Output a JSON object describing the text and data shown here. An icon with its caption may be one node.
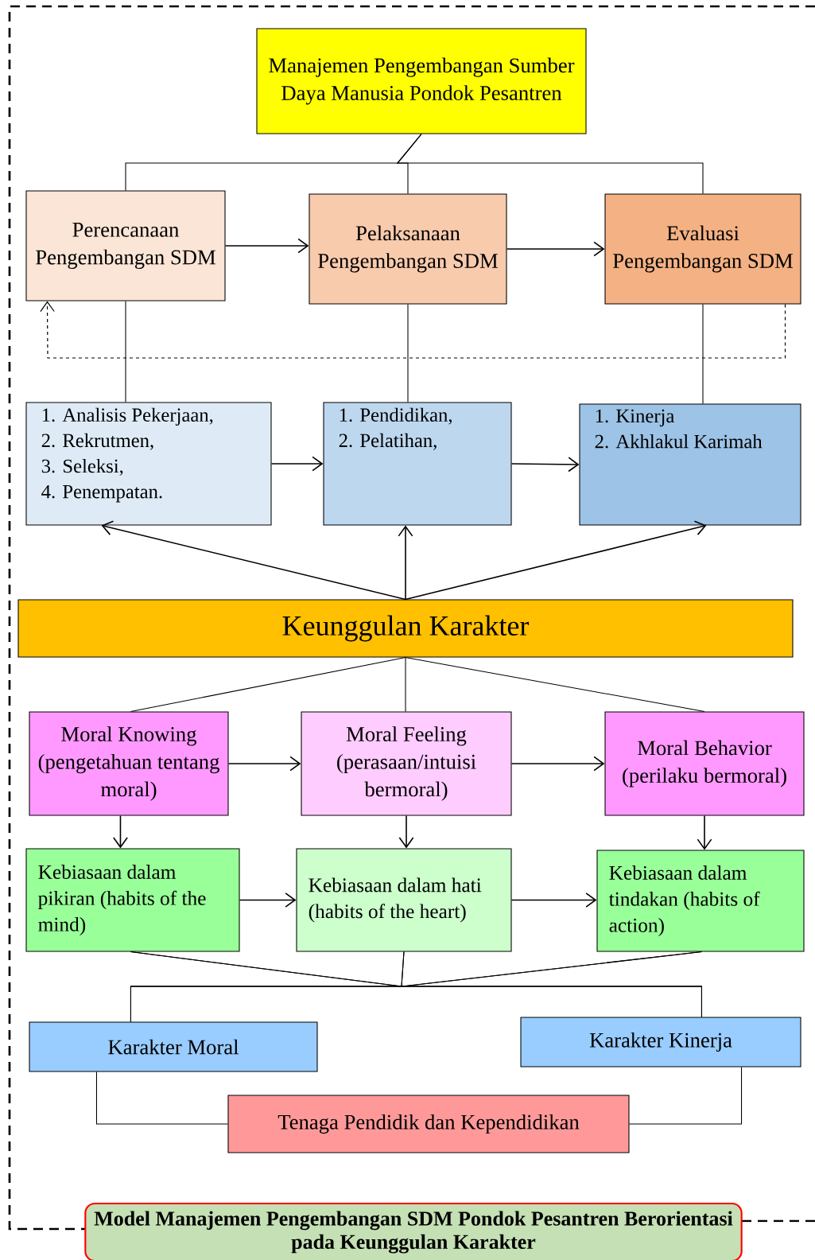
{
  "diagram": {
    "caption": "Model Manajemen Pengembangan SDM Pondok Pesantren Berorientasi pada Keunggulan Karakter",
    "nodes": [
      {
        "text": [
          "Manajemen Pengembangan Sumber Daya Manusia Pondok Pesantren"
        ]
      },
      {
        "text": [
          "Perencanaan Pengembangan SDM"
        ]
      },
      {
        "text": [
          "Pelaksanaan Pengembangan SDM"
        ]
      },
      {
        "text": [
          "Evaluasi Pengembangan SDM"
        ]
      },
      {
        "text": [
          "1. Analisis Pekerjaan,",
          "2. Rekrutmen,",
          "3. Seleksi,",
          "4. Penempatan."
        ]
      },
      {
        "text": [
          "1. Pendidikan,",
          "2. Pelatihan,"
        ]
      },
      {
        "text": [
          "1. Kinerja",
          "2. Akhlakul Karimah"
        ]
      },
      {
        "text": [
          "Keunggulan Karakter"
        ]
      },
      {
        "text": [
          "Moral Knowing (pengetahuan tentang moral)"
        ]
      },
      {
        "text": [
          "Moral Feeling (perasaan/intuisi bermoral)"
        ]
      },
      {
        "text": [
          "Moral Behavior (perilaku bermoral)"
        ]
      },
      {
        "text": [
          "Kebiasaan dalam pikiran (habits of the mind)"
        ]
      },
      {
        "text": [
          "Kebiasaan dalam hati (habits of the heart)"
        ]
      },
      {
        "text": [
          "Kebiasaan dalam tindakan (habits of action)"
        ]
      },
      {
        "text": [
          "Karakter Moral"
        ]
      },
      {
        "text": [
          "Karakter Kinerja"
        ]
      },
      {
        "text": [
          "Tenaga Pendidik dan Kependidikan"
        ]
      }
    ],
    "edges": [
      {
        "from": 0,
        "to": 1,
        "arrow": "none"
      },
      {
        "from": 0,
        "to": 2,
        "arrow": "none"
      },
      {
        "from": 0,
        "to": 3,
        "arrow": "none"
      },
      {
        "from": 1,
        "to": 2,
        "arrow": "to"
      },
      {
        "from": 2,
        "to": 3,
        "arrow": "to"
      },
      {
        "from": 3,
        "to": 1,
        "arrow": "to",
        "style": "dashed"
      },
      {
        "from": 1,
        "to": 4,
        "arrow": "none"
      },
      {
        "from": 2,
        "to": 5,
        "arrow": "none"
      },
      {
        "from": 3,
        "to": 6,
        "arrow": "none"
      },
      {
        "from": 4,
        "to": 5,
        "arrow": "to"
      },
      {
        "from": 5,
        "to": 6,
        "arrow": "to"
      },
      {
        "from": 7,
        "to": 4,
        "arrow": "to"
      },
      {
        "from": 7,
        "to": 5,
        "arrow": "to"
      },
      {
        "from": 7,
        "to": 6,
        "arrow": "to"
      },
      {
        "from": 7,
        "to": 8,
        "arrow": "none"
      },
      {
        "from": 7,
        "to": 9,
        "arrow": "none"
      },
      {
        "from": 7,
        "to": 10,
        "arrow": "none"
      },
      {
        "from": 8,
        "to": 9,
        "arrow": "to"
      },
      {
        "from": 9,
        "to": 10,
        "arrow": "to"
      },
      {
        "from": 8,
        "to": 11,
        "arrow": "to"
      },
      {
        "from": 9,
        "to": 12,
        "arrow": "to"
      },
      {
        "from": 10,
        "to": 13,
        "arrow": "to"
      },
      {
        "from": 11,
        "to": 12,
        "arrow": "to"
      },
      {
        "from": 12,
        "to": 13,
        "arrow": "to"
      },
      {
        "from": 11,
        "to": 14,
        "arrow": "none"
      },
      {
        "from": 11,
        "to": 15,
        "arrow": "none"
      },
      {
        "from": 12,
        "to": 14,
        "arrow": "none"
      },
      {
        "from": 12,
        "to": 15,
        "arrow": "none"
      },
      {
        "from": 13,
        "to": 14,
        "arrow": "none"
      },
      {
        "from": 13,
        "to": 15,
        "arrow": "none"
      },
      {
        "from": 14,
        "to": 16,
        "arrow": "none"
      },
      {
        "from": 15,
        "to": 16,
        "arrow": "none"
      }
    ]
  }
}
